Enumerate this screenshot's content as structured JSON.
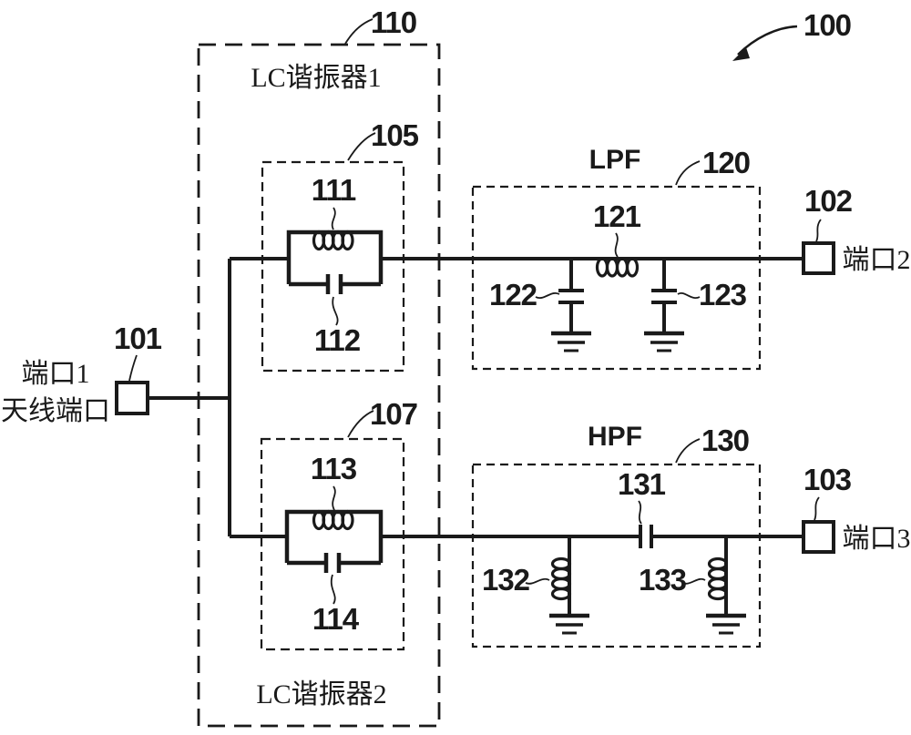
{
  "diagram": {
    "system_ref": "100",
    "ports": {
      "port1": {
        "ref": "101",
        "name": "端口1",
        "subtitle": "天线端口"
      },
      "port2": {
        "ref": "102",
        "name": "端口2"
      },
      "port3": {
        "ref": "103",
        "name": "端口3"
      }
    },
    "resonator_block": {
      "ref": "110",
      "resonator1_title": "LC谐振器1",
      "resonator2_title": "LC谐振器2"
    },
    "resonator1": {
      "ref": "105",
      "inductor_ref": "111",
      "capacitor_ref": "112"
    },
    "resonator2": {
      "ref": "107",
      "inductor_ref": "113",
      "capacitor_ref": "114"
    },
    "lpf": {
      "title": "LPF",
      "ref": "120",
      "series_inductor_ref": "121",
      "shunt_cap_left_ref": "122",
      "shunt_cap_right_ref": "123"
    },
    "hpf": {
      "title": "HPF",
      "ref": "130",
      "series_capacitor_ref": "131",
      "shunt_inductor_left_ref": "132",
      "shunt_inductor_right_ref": "133"
    },
    "colors": {
      "ink": "#1a1a1a",
      "background": "#ffffff"
    }
  }
}
